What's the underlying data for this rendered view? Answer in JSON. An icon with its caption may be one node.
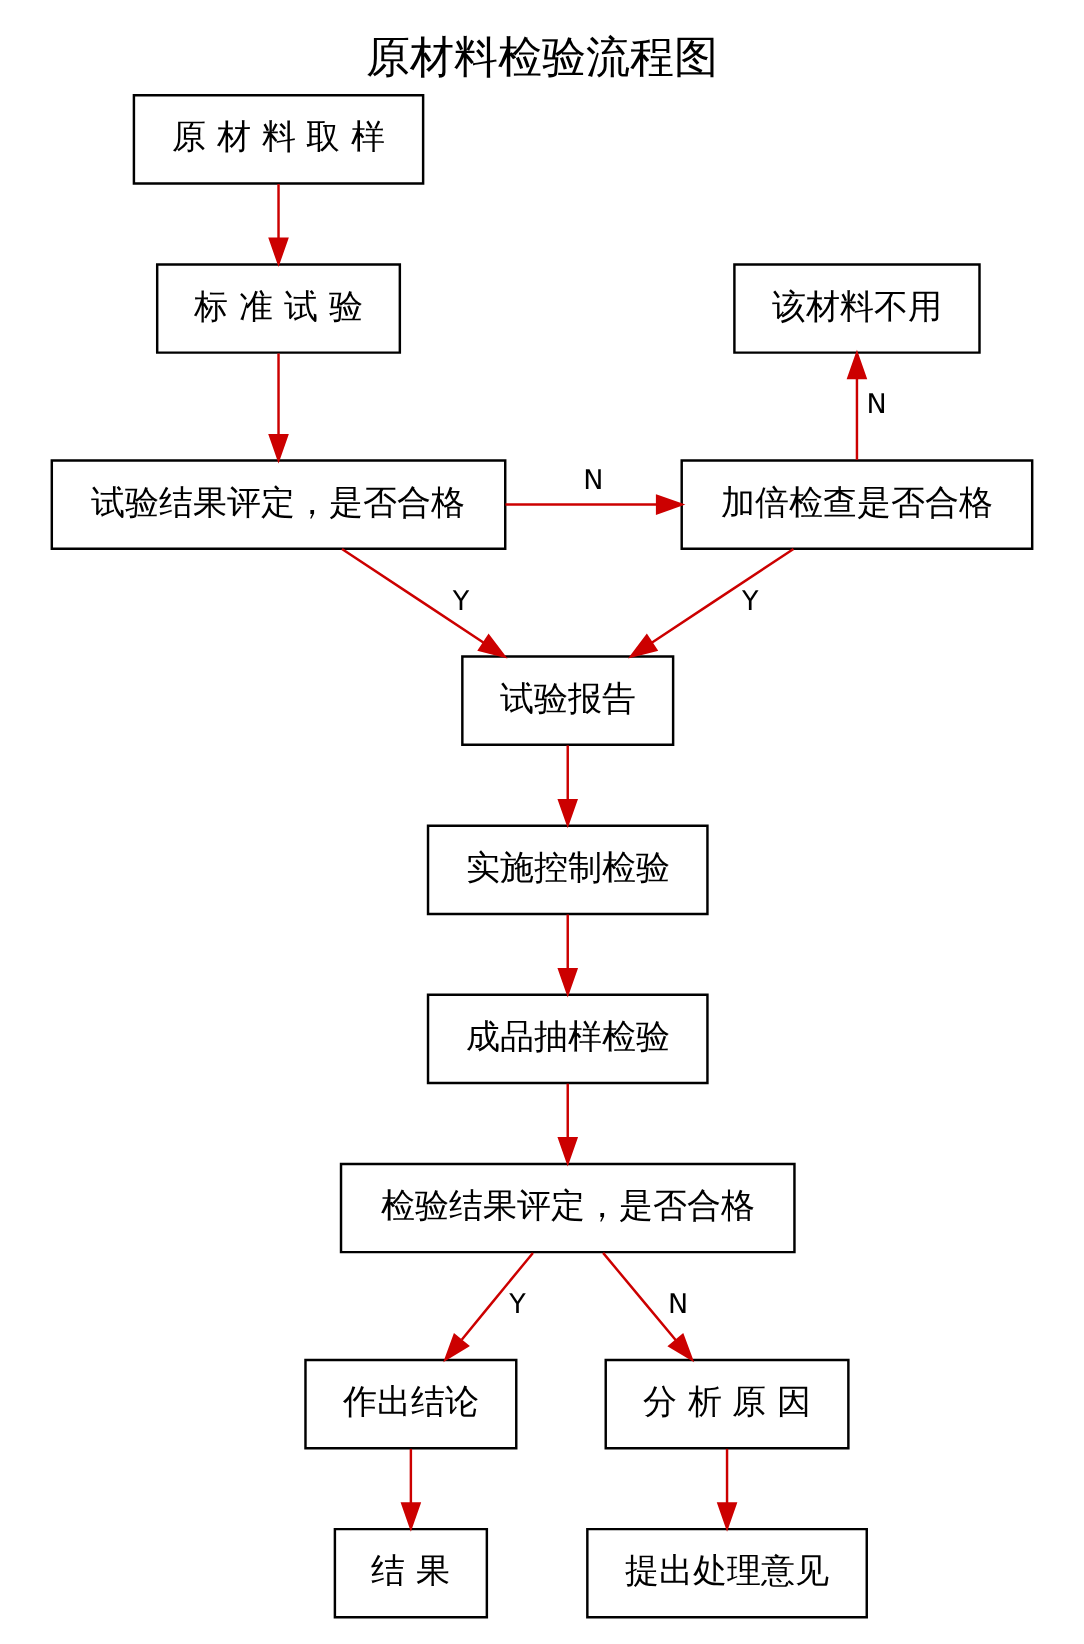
{
  "diagram": {
    "title": "原材料检验流程图",
    "nodes": [
      {
        "text": [
          "原 材 料 取 样"
        ]
      },
      {
        "text": [
          "标 准 试 验"
        ]
      },
      {
        "text": [
          "试验结果评定，是否合格"
        ]
      },
      {
        "text": [
          "加倍检查是否合格"
        ]
      },
      {
        "text": [
          "该材料不用"
        ]
      },
      {
        "text": [
          "试验报告"
        ]
      },
      {
        "text": [
          "实施控制检验"
        ]
      },
      {
        "text": [
          "成品抽样检验"
        ]
      },
      {
        "text": [
          "检验结果评定，是否合格"
        ]
      },
      {
        "text": [
          "作出结论"
        ]
      },
      {
        "text": [
          "分 析 原 因"
        ]
      },
      {
        "text": [
          "结 果"
        ]
      },
      {
        "text": [
          "提出处理意见"
        ]
      }
    ],
    "edges": [
      {
        "from": 0,
        "to": 1,
        "arrow": "to"
      },
      {
        "from": 1,
        "to": 2,
        "arrow": "to"
      },
      {
        "from": 2,
        "to": 3,
        "arrow": "to",
        "label": "N"
      },
      {
        "from": 3,
        "to": 4,
        "arrow": "to",
        "label": "N"
      },
      {
        "from": 2,
        "to": 5,
        "arrow": "to",
        "label": "Y"
      },
      {
        "from": 3,
        "to": 5,
        "arrow": "to",
        "label": "Y"
      },
      {
        "from": 5,
        "to": 6,
        "arrow": "to"
      },
      {
        "from": 6,
        "to": 7,
        "arrow": "to"
      },
      {
        "from": 7,
        "to": 8,
        "arrow": "to"
      },
      {
        "from": 8,
        "to": 9,
        "arrow": "to",
        "label": "Y"
      },
      {
        "from": 8,
        "to": 10,
        "arrow": "to",
        "label": "N"
      },
      {
        "from": 9,
        "to": 11,
        "arrow": "to"
      },
      {
        "from": 10,
        "to": 12,
        "arrow": "to"
      }
    ]
  }
}
